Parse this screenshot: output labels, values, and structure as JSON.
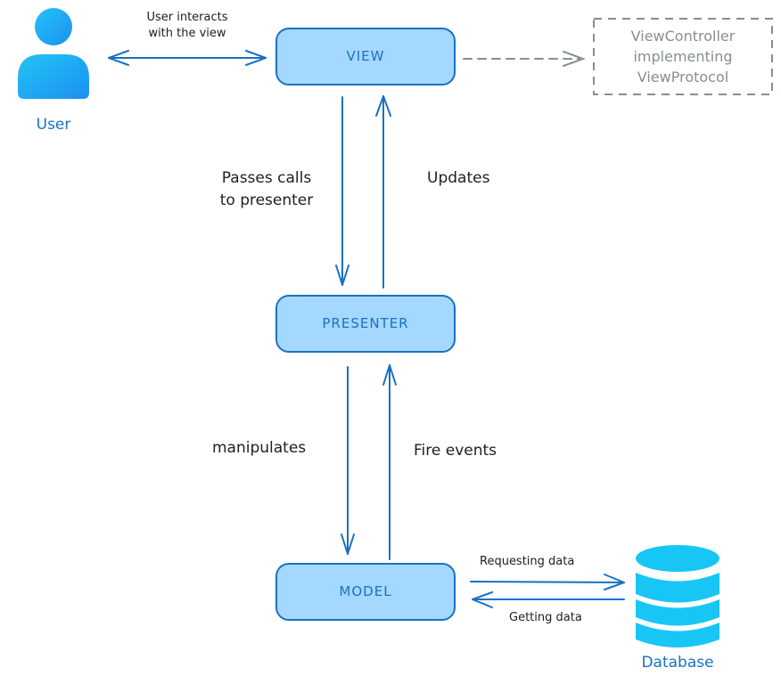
{
  "diagram": {
    "title": "MVP Architecture",
    "colors": {
      "node_fill": "#a5d8ff",
      "node_stroke": "#1971c2",
      "edge": "#1971c2",
      "dashed": "#868e96",
      "user_icon": "#1fb6f5",
      "database_icon": "#18c6f5",
      "text": "#1e1e1e"
    },
    "actors": {
      "user": {
        "label": "User",
        "icon": "user-icon"
      },
      "database": {
        "label": "Database",
        "icon": "database-icon"
      }
    },
    "nodes": {
      "view": {
        "label": "VIEW"
      },
      "presenter": {
        "label": "PRESENTER"
      },
      "model": {
        "label": "MODEL"
      },
      "view_controller": {
        "lines": [
          "ViewController",
          "implementing",
          "ViewProtocol"
        ]
      }
    },
    "edges": {
      "user_view": {
        "lines": [
          "User interacts",
          "with the view"
        ],
        "direction": "bidirectional"
      },
      "view_to_presenter": {
        "lines": [
          "Passes calls",
          "to presenter"
        ]
      },
      "presenter_to_view": {
        "label": "Updates"
      },
      "presenter_to_model": {
        "label": "manipulates"
      },
      "model_to_presenter": {
        "label": "Fire events"
      },
      "model_to_database": {
        "label": "Requesting data"
      },
      "database_to_model": {
        "label": "Getting data"
      },
      "view_to_controller": {
        "style": "dashed"
      }
    }
  }
}
